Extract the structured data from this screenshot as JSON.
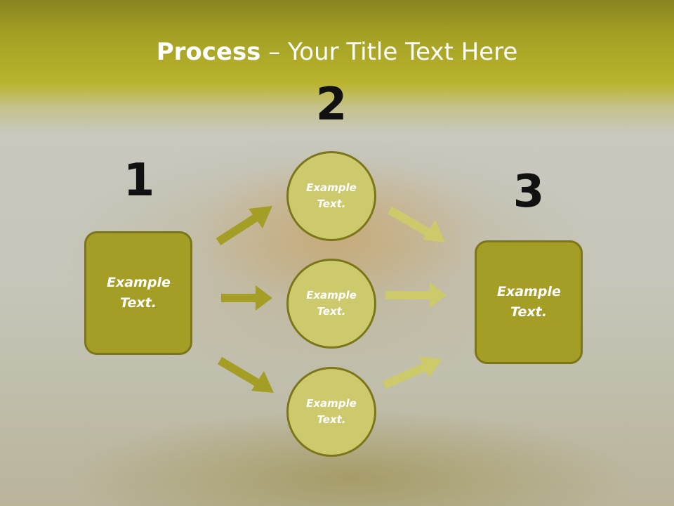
{
  "title": {
    "bold": "Process",
    "rest": " – Your Title Text Here"
  },
  "steps": {
    "n1": "1",
    "n2": "2",
    "n3": "3"
  },
  "left_box": {
    "label": "Example\nText."
  },
  "right_box": {
    "label": "Example\nText."
  },
  "circles": [
    {
      "label": "Example\nText."
    },
    {
      "label": "Example\nText."
    },
    {
      "label": "Example\nText."
    }
  ],
  "colors": {
    "box_fill": "#a59e26",
    "circle_fill": "#ccca6c",
    "arrow_dark": "#a59e26",
    "arrow_light": "#cdca6c"
  }
}
